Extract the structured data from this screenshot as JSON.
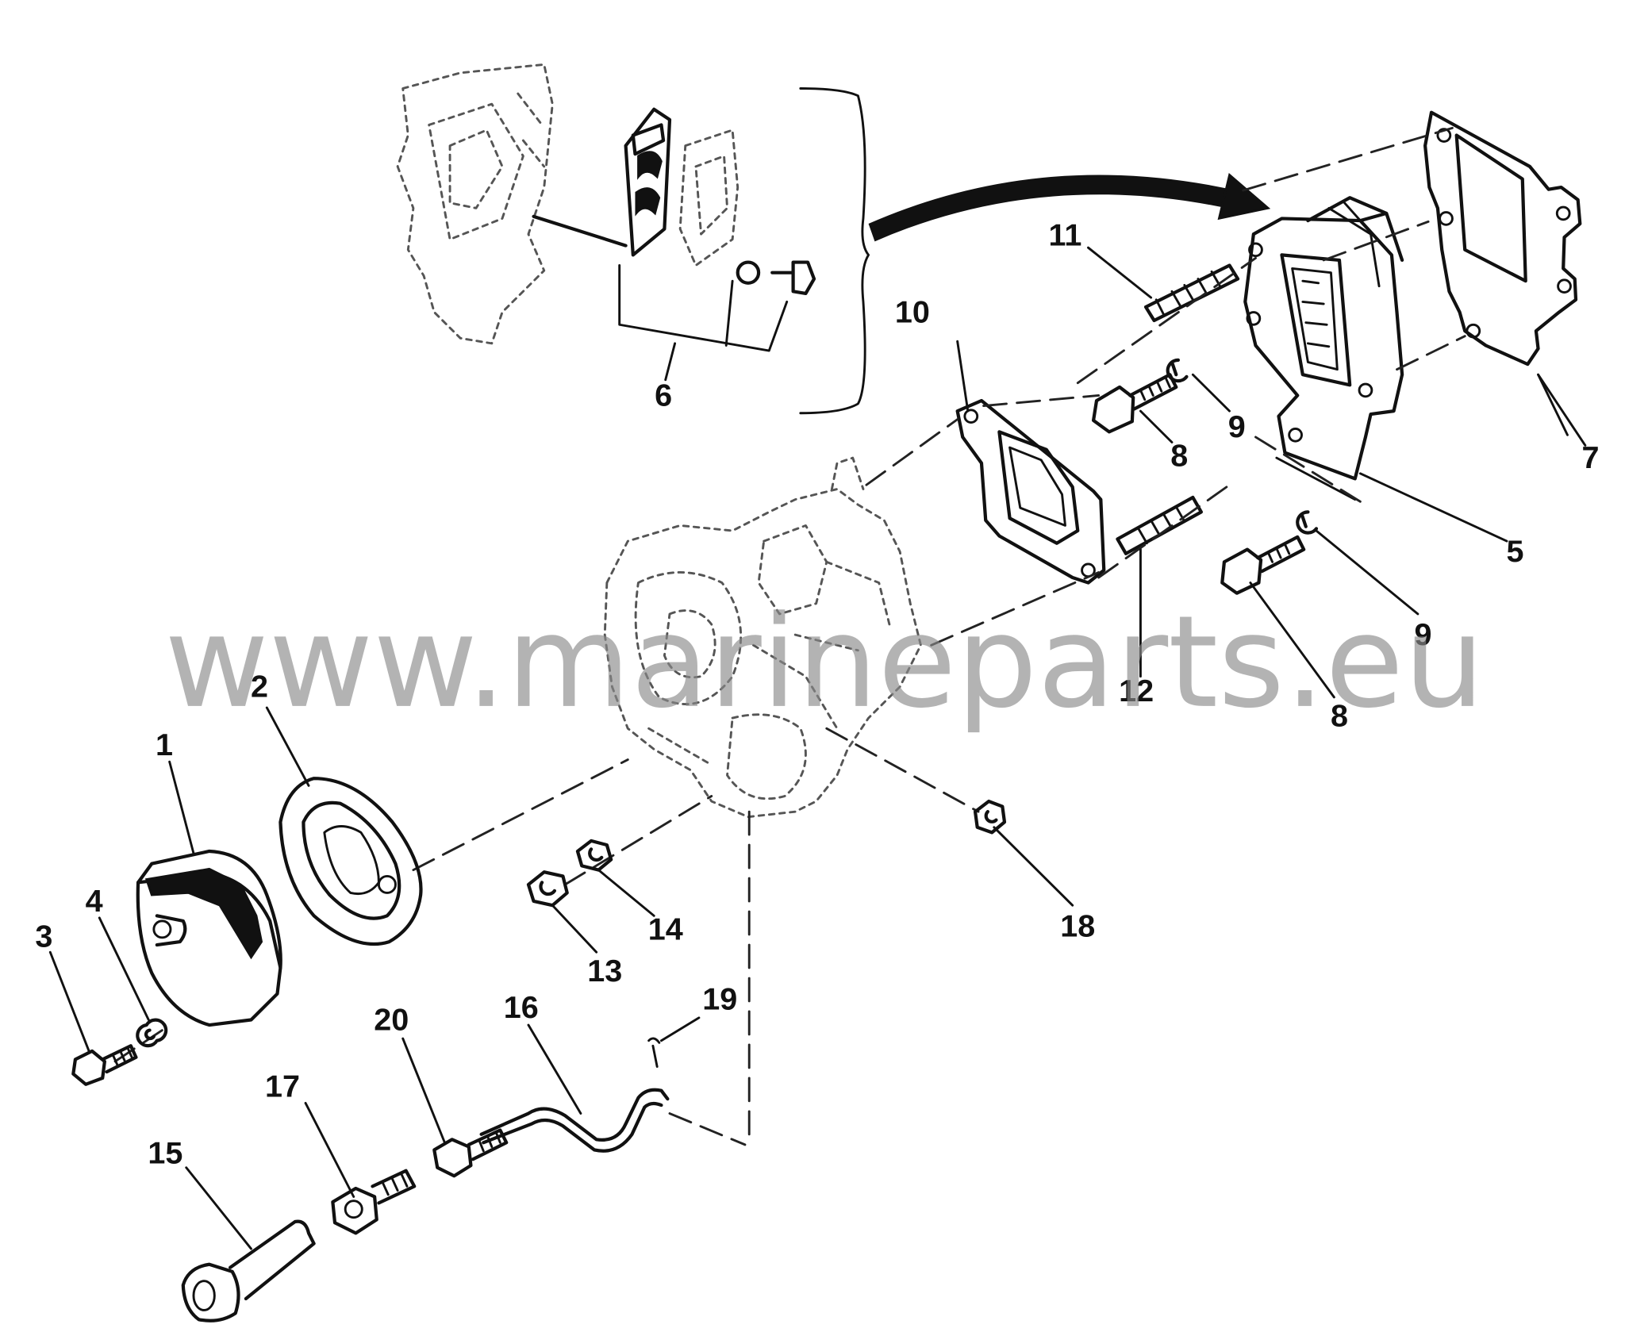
{
  "watermark": "www.marineparts.eu",
  "callouts": {
    "c1": "1",
    "c2": "2",
    "c3": "3",
    "c4": "4",
    "c5": "5",
    "c6": "6",
    "c7": "7",
    "c8a": "8",
    "c8b": "8",
    "c9a": "9",
    "c9b": "9",
    "c10": "10",
    "c11": "11",
    "c12": "12",
    "c13": "13",
    "c14": "14",
    "c15": "15",
    "c16": "16",
    "c17": "17",
    "c18": "18",
    "c19": "19",
    "c20": "20"
  }
}
